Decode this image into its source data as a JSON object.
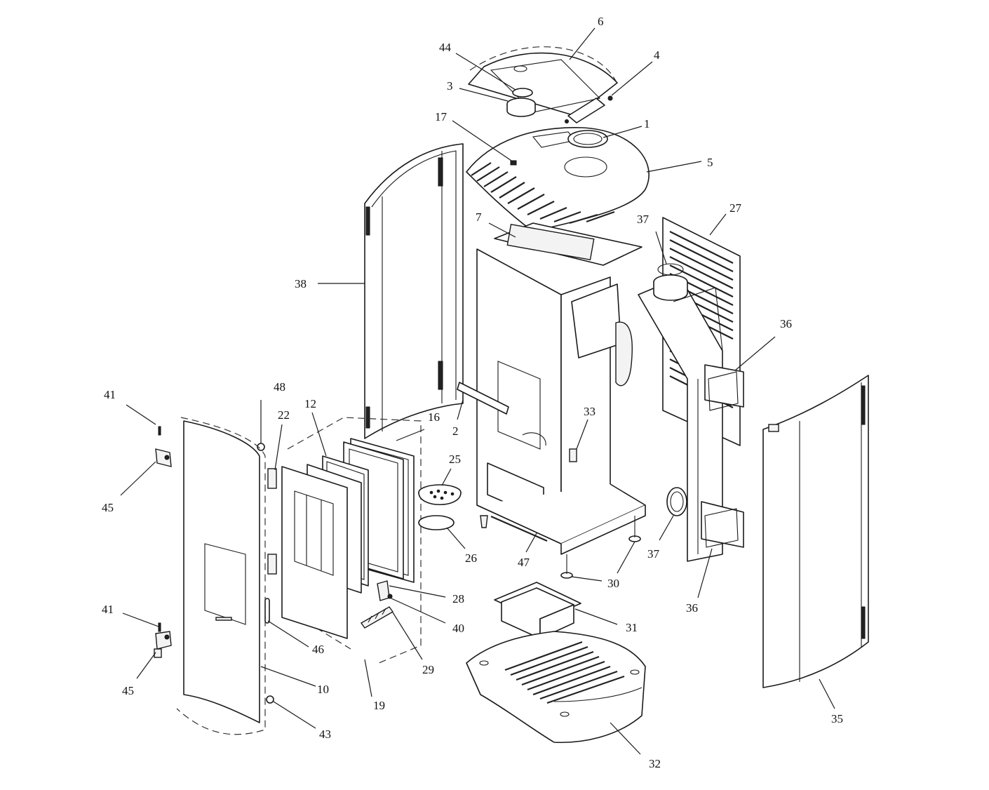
{
  "callouts": {
    "c1": "1",
    "c2": "2",
    "c3": "3",
    "c4": "4",
    "c5": "5",
    "c6": "6",
    "c7": "7",
    "c10": "10",
    "c12": "12",
    "c16": "16",
    "c17": "17",
    "c19": "19",
    "c22": "22",
    "c25": "25",
    "c26": "26",
    "c27": "27",
    "c28": "28",
    "c29": "29",
    "c30": "30",
    "c31": "31",
    "c32": "32",
    "c33": "33",
    "c35": "35",
    "c36a": "36",
    "c36b": "36",
    "c37a": "37",
    "c37b": "37",
    "c38": "38",
    "c40": "40",
    "c41a": "41",
    "c41b": "41",
    "c43": "43",
    "c44": "44",
    "c45a": "45",
    "c45b": "45",
    "c46": "46",
    "c47": "47",
    "c48": "48"
  }
}
